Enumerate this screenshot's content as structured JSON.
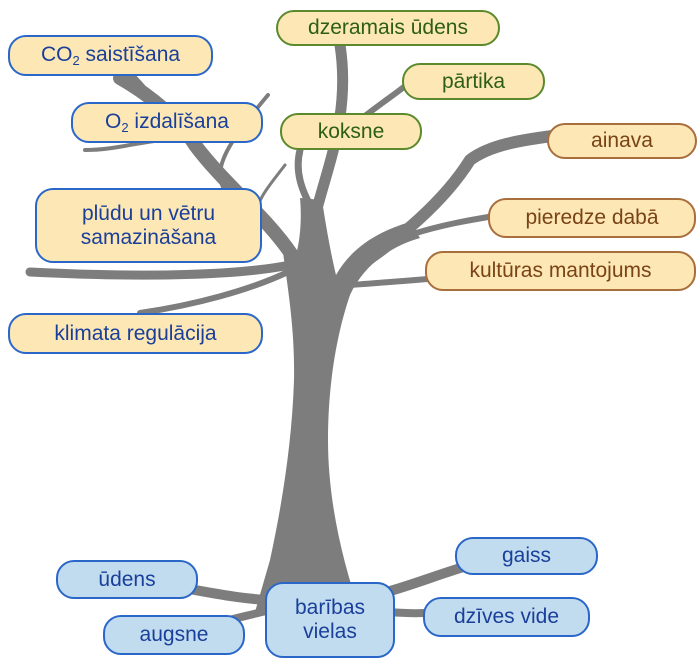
{
  "colors": {
    "tree": "#7d7d7d",
    "regulating_fill": "#fce7b5",
    "regulating_border": "#2a67c9",
    "provisioning_border": "#5b8a2c",
    "cultural_border": "#a86e3c",
    "supporting_fill": "#c2dcef",
    "supporting_border": "#2a67c9"
  },
  "regulating": {
    "co2_prefix": "CO",
    "co2_subscript": "2",
    "co2_suffix": " saistīšana",
    "o2_prefix": "O",
    "o2_subscript": "2",
    "o2_suffix": " izdalīšana",
    "floods": "plūdu un vētru\nsamazināšana",
    "climate": "klimata regulācija"
  },
  "provisioning": {
    "water": "dzeramais ūdens",
    "food": "pārtika",
    "wood": "koksne"
  },
  "cultural": {
    "landscape": "ainava",
    "experience": "pieredze dabā",
    "heritage": "kultūras mantojums"
  },
  "supporting": {
    "air": "gaiss",
    "water": "ūdens",
    "soil": "augsne",
    "nutrients": "barības\nvielas",
    "habitat": "dzīves vide"
  }
}
